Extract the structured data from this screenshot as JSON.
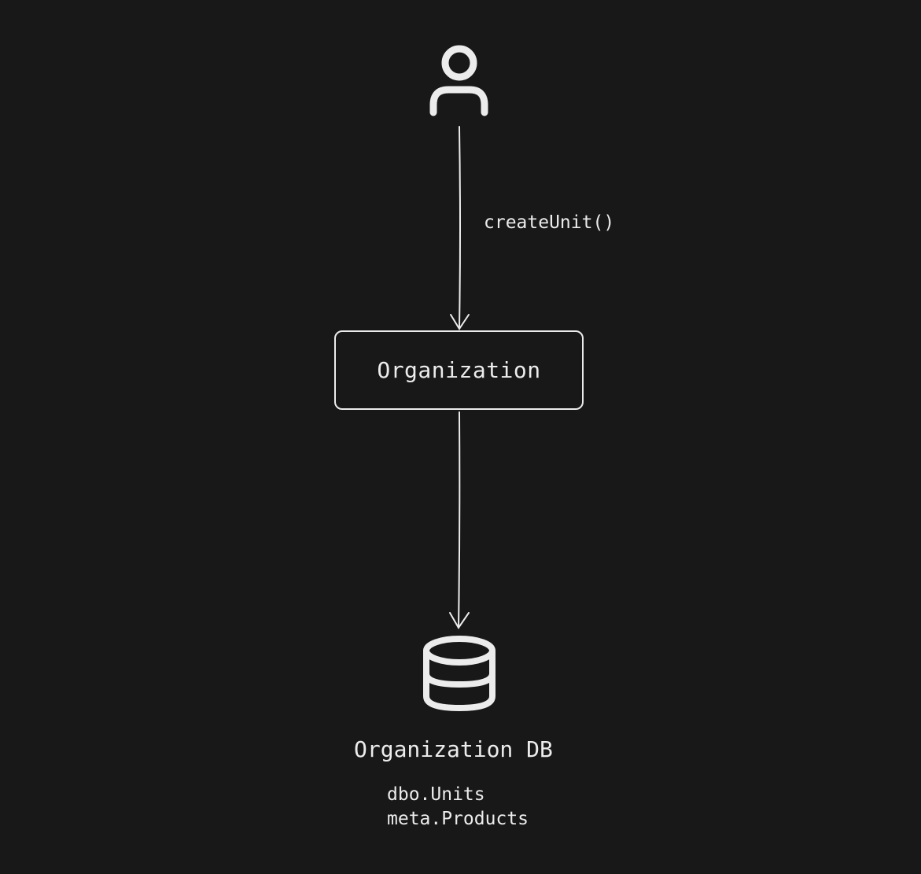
{
  "diagram": {
    "actor": {
      "icon": "user-icon"
    },
    "call": {
      "label": "createUnit()"
    },
    "service": {
      "label": "Organization"
    },
    "database": {
      "icon": "database-icon",
      "label": "Organization DB",
      "tables": [
        "dbo.Units",
        "meta.Products"
      ]
    }
  },
  "colors": {
    "background": "#181818",
    "stroke": "#ececec"
  }
}
